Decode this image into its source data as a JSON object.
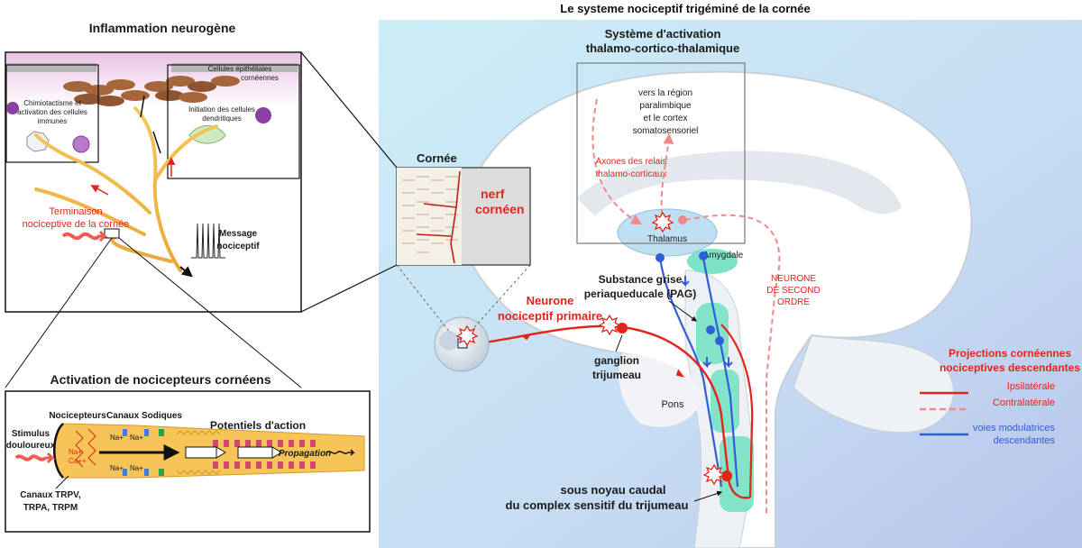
{
  "main_title": "Le systeme nociceptif trigéminé de la cornée",
  "left_top": {
    "title": "Inflammation neurogène",
    "label_epithelial_1": "Cellules épithéliales",
    "label_epithelial_2": "cornéennes",
    "label_chemo_1": "Chimiotactisme et",
    "label_chemo_2": "activation des cellules",
    "label_chemo_3": "immunes",
    "label_init_1": "Initiation des cellules",
    "label_init_2": "dendritiques",
    "terminaison_1": "Terminaison",
    "terminaison_2": "nociceptive de la cornée",
    "message_1": "Message",
    "message_2": "nociceptif"
  },
  "left_bottom": {
    "title": "Activation de nocicepteurs cornéens",
    "stimulus_1": "Stimulus",
    "stimulus_2": "douloureux",
    "nocicepteurs": "Nocicepteurs",
    "canaux_sodiques": "Canaux Sodiques",
    "potentiels": "Potentiels d'action",
    "canaux_trp_1": "Canaux TRPV,",
    "canaux_trp_2": "TRPA, TRPM",
    "na_plus": "Na+",
    "ca_plus": "Ca++",
    "propagation": "Propagation"
  },
  "brain": {
    "systeme_1": "Système d'activation",
    "systeme_2": "thalamo-cortico-thalamique",
    "vers_1": "vers la région",
    "vers_2": "paralimbique",
    "vers_3": "et le cortex",
    "vers_4": "somatosensoriel",
    "axones_1": "Axones des relais",
    "axones_2": "thalamo-corticaux",
    "thalamus": "Thalamus",
    "amygdale": "Amygdale",
    "cornee": "Cornée",
    "nerf_1": "nerf",
    "nerf_2": "cornéen",
    "neurone_primaire_1": "Neurone",
    "neurone_primaire_2": "nociceptif primaire",
    "substance_1": "Substance grise",
    "substance_2": "periaqueducale (PAG)",
    "neurone_second_1": "NEURONE",
    "neurone_second_2": "DE SECOND",
    "neurone_second_3": "ORDRE",
    "ganglion_1": "ganglion",
    "ganglion_2": "trijumeau",
    "pons": "Pons",
    "sous_noyau_1": "sous noyau caudal",
    "sous_noyau_2": "du complex sensitif du trijumeau"
  },
  "legend": {
    "title_1": "Projections cornéennes",
    "title_2": "nociceptives descendantes",
    "ipsilaterale": "Ipsilatérale",
    "contralaterale": "Contralatérale",
    "voies_1": "voies modulatrices",
    "voies_2": "descendantes"
  },
  "colors": {
    "red": "#e1251b",
    "pink_dashed": "#f08a8a",
    "blue": "#2f5fd6",
    "teal": "#6fe0c0",
    "sky_bg": "#d4eef7",
    "axon": "#f0b84a"
  }
}
